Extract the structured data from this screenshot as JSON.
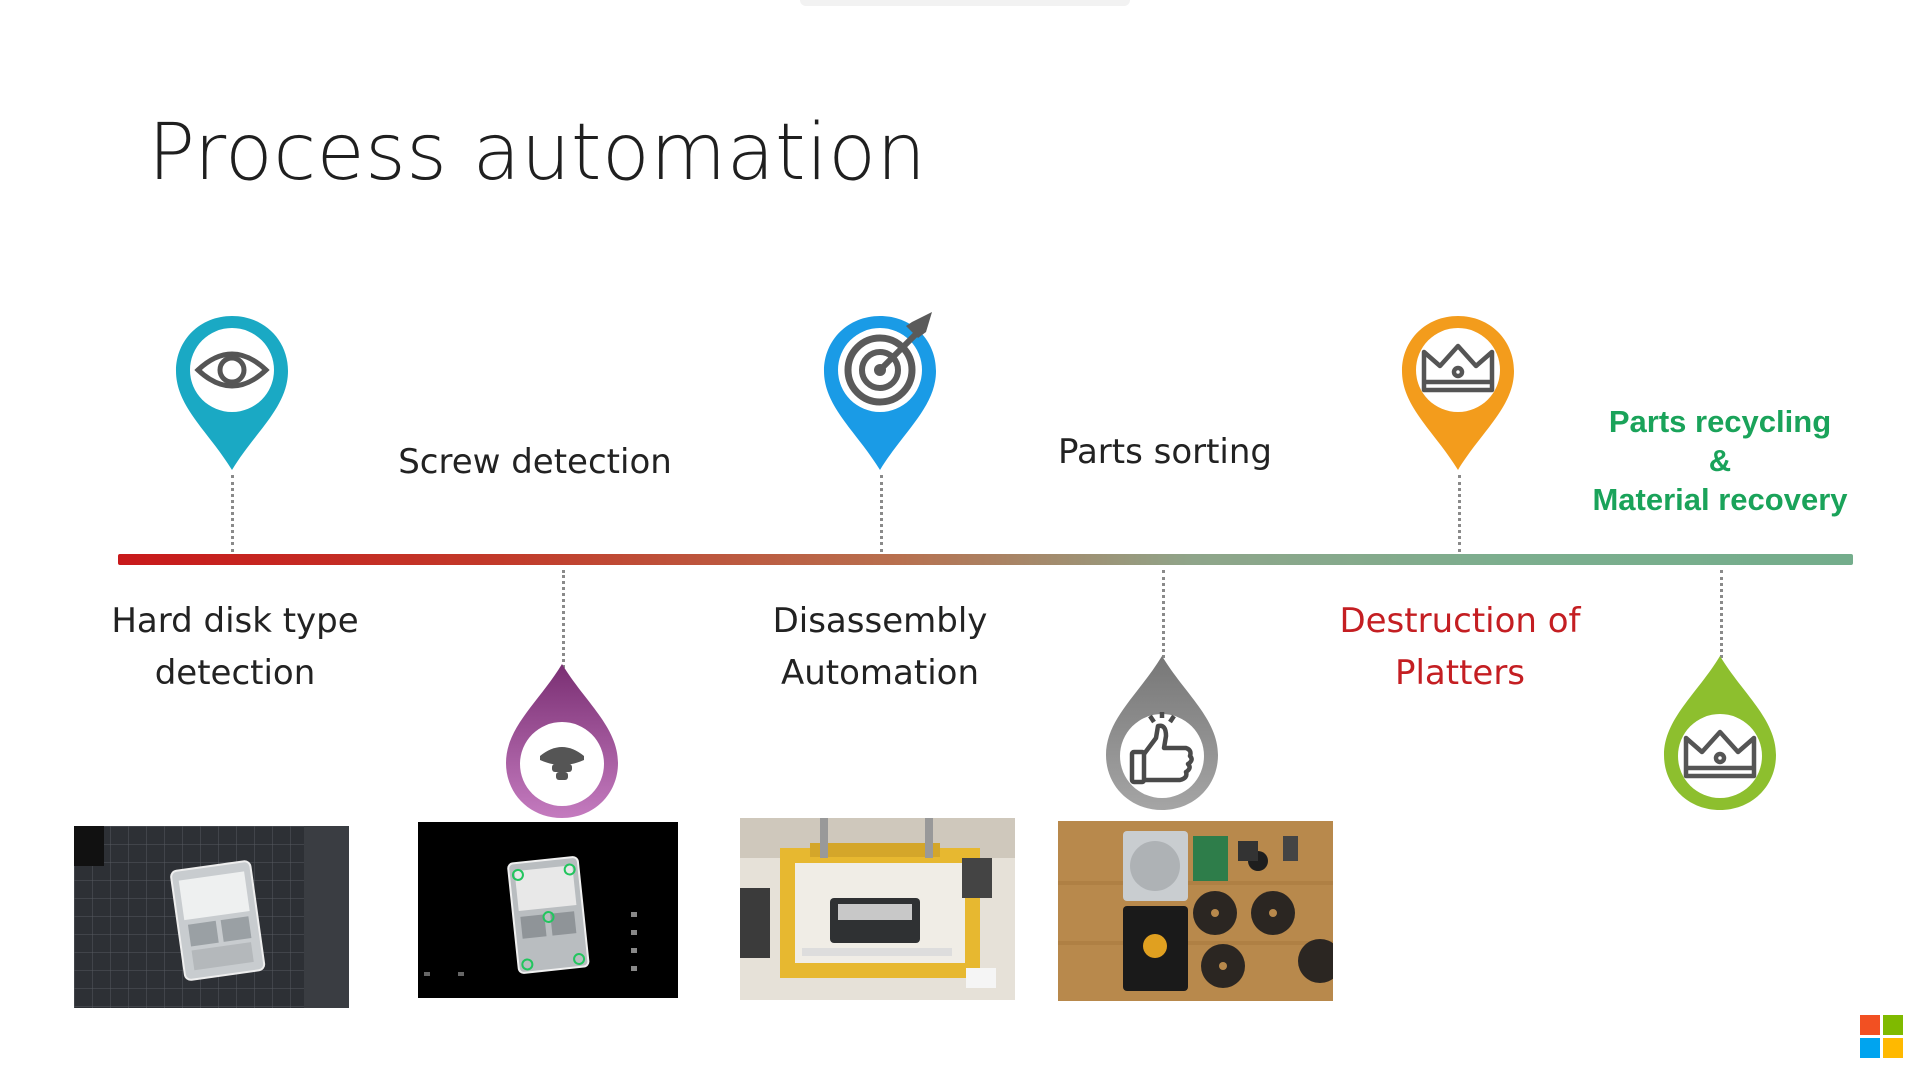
{
  "slide": {
    "title": "Process automation"
  },
  "steps_top": [
    {
      "id": "hard-disk-type-detection",
      "label_lines": [
        "Hard disk type",
        "detection"
      ],
      "color": "#1aa9c4",
      "icon": "eye-icon"
    },
    {
      "id": "disassembly-automation",
      "label_lines": [
        "Disassembly",
        "Automation"
      ],
      "color": "#1a9be6",
      "icon": "target-icon"
    },
    {
      "id": "destruction-of-platters",
      "label_lines": [
        "Destruction of",
        "Platters"
      ],
      "color": "#f39c1c",
      "icon": "crown-icon"
    }
  ],
  "steps_bottom": [
    {
      "id": "screw-detection",
      "label_lines": [
        "Screw detection"
      ],
      "color": "#8e3b7f",
      "icon": "screw-icon"
    },
    {
      "id": "parts-sorting",
      "label_lines": [
        "Parts sorting"
      ],
      "color": "#8a8a8a",
      "icon": "thumbs-up-icon"
    },
    {
      "id": "parts-recycling",
      "label_lines": [
        "Parts recycling",
        "&",
        "Material recovery"
      ],
      "color": "#8dbf2e",
      "icon": "crown-icon"
    }
  ],
  "colors": {
    "title": "#1f1f1f",
    "destruction_label": "#c41e22",
    "recycling_label": "#1aa35a"
  },
  "photos": [
    {
      "id": "hard-disk-on-cutting-mat",
      "icon": "hard-disk-photo"
    },
    {
      "id": "screw-detection-camera-view",
      "icon": "detection-view-photo"
    },
    {
      "id": "disassembly-machine",
      "icon": "cnc-machine-photo"
    },
    {
      "id": "sorted-parts",
      "icon": "sorted-parts-photo"
    }
  ],
  "branding": {
    "icon": "microsoft-logo-icon"
  }
}
